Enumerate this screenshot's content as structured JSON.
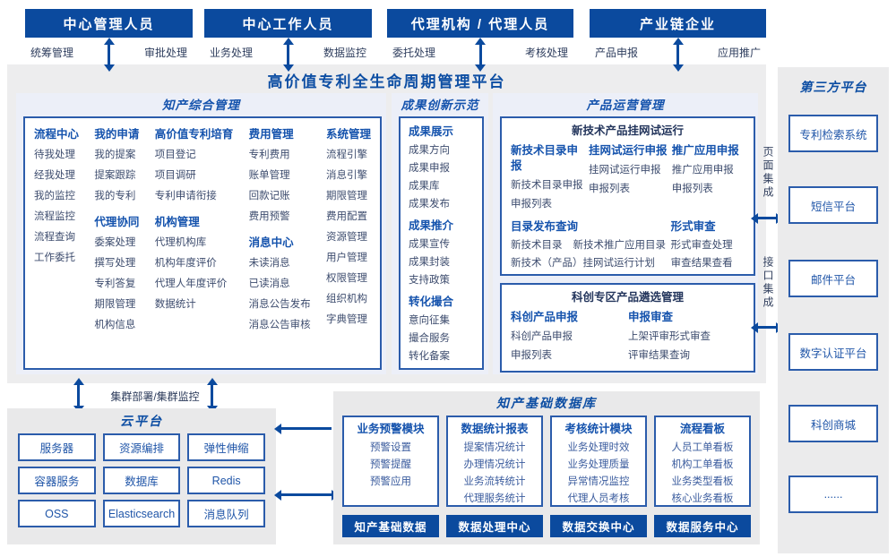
{
  "platform_title": "高价值专利全生命周期管理平台",
  "actors": [
    {
      "name": "中心管理人员",
      "left_role": "统筹管理",
      "right_role": "审批处理"
    },
    {
      "name": "中心工作人员",
      "left_role": "业务处理",
      "right_role": "数据监控"
    },
    {
      "name": "代理机构 / 代理人员",
      "left_role": "委托处理",
      "right_role": "考核处理"
    },
    {
      "name": "产业链企业",
      "left_role": "产品申报",
      "right_role": "应用推广"
    }
  ],
  "ip_management": {
    "title": "知产综合管理",
    "columns": [
      {
        "groups": [
          {
            "heading": "流程中心",
            "items": [
              "待我处理",
              "经我处理",
              "我的监控",
              "流程监控",
              "流程查询",
              "工作委托"
            ]
          }
        ]
      },
      {
        "groups": [
          {
            "heading": "我的申请",
            "items": [
              "我的提案",
              "提案跟踪",
              "我的专利"
            ]
          },
          {
            "heading": "代理协同",
            "items": [
              "委案处理",
              "撰写处理",
              "专利答复",
              "期限管理",
              "机构信息"
            ]
          }
        ]
      },
      {
        "groups": [
          {
            "heading": "高价值专利培育",
            "items": [
              "项目登记",
              "项目调研",
              "专利申请衔接"
            ]
          },
          {
            "heading": "机构管理",
            "items": [
              "代理机构库",
              "机构年度评价",
              "代理人年度评价",
              "数据统计"
            ]
          }
        ]
      },
      {
        "groups": [
          {
            "heading": "费用管理",
            "items": [
              "专利费用",
              "账单管理",
              "回款记账",
              "费用预警"
            ]
          },
          {
            "heading": "消息中心",
            "items": [
              "未读消息",
              "已读消息",
              "消息公告发布",
              "消息公告审核"
            ]
          }
        ]
      },
      {
        "groups": [
          {
            "heading": "系统管理",
            "items": [
              "流程引擎",
              "消息引擎",
              "期限管理",
              "费用配置",
              "资源管理",
              "用户管理",
              "权限管理",
              "组织机构",
              "字典管理"
            ]
          }
        ]
      }
    ]
  },
  "achievement": {
    "title": "成果创新示范",
    "groups": [
      {
        "heading": "成果展示",
        "items": [
          "成果方向",
          "成果申报",
          "成果库",
          "成果发布"
        ]
      },
      {
        "heading": "成果推介",
        "items": [
          "成果宣传",
          "成果封装",
          "支持政策"
        ]
      },
      {
        "heading": "转化撮合",
        "items": [
          "意向征集",
          "撮合服务",
          "转化备案"
        ]
      }
    ]
  },
  "product_ops": {
    "title": "产品运营管理",
    "trial_box": {
      "title": "新技术产品挂网试运行",
      "columns": [
        {
          "heading": "新技术目录申报",
          "items": [
            "新技术目录申报",
            "申报列表"
          ]
        },
        {
          "heading": "挂网试运行申报",
          "items": [
            "挂网试运行申报",
            "申报列表"
          ]
        },
        {
          "heading": "推广应用申报",
          "items": [
            "推广应用申报",
            "申报列表"
          ]
        }
      ],
      "catalog": {
        "heading": "目录发布查询",
        "items": [
          "新技术目录",
          "新技术推广应用目录",
          "新技术（产品）挂网试运行计划"
        ]
      },
      "review": {
        "heading": "形式审查",
        "items": [
          "形式审查处理",
          "审查结果查看"
        ]
      }
    },
    "selection_box": {
      "title": "科创专区产品遴选管理",
      "columns": [
        {
          "heading": "科创产品申报",
          "items": [
            "科创产品申报",
            "申报列表"
          ]
        },
        {
          "heading": "申报审查",
          "items": [
            "上架评审形式审查",
            "评审结果查询"
          ]
        }
      ]
    }
  },
  "integration": {
    "page": "页面集成",
    "api": "接口集成"
  },
  "third_party": {
    "title": "第三方平台",
    "items": [
      "专利检索系统",
      "短信平台",
      "邮件平台",
      "数字认证平台",
      "科创商城",
      "......"
    ]
  },
  "cluster_label": "集群部署/集群监控",
  "cloud": {
    "title": "云平台",
    "cells": [
      "服务器",
      "资源编排",
      "弹性伸缩",
      "容器服务",
      "数据库",
      "Redis",
      "OSS",
      "Elasticsearch",
      "消息队列"
    ]
  },
  "data_base": {
    "title": "知产基础数据库",
    "modules": [
      {
        "heading": "业务预警模块",
        "items": [
          "预警设置",
          "预警提醒",
          "预警应用"
        ]
      },
      {
        "heading": "数据统计报表",
        "items": [
          "提案情况统计",
          "办理情况统计",
          "业务流转统计",
          "代理服务统计"
        ]
      },
      {
        "heading": "考核统计模块",
        "items": [
          "业务处理时效",
          "业务处理质量",
          "异常情况监控",
          "代理人员考核"
        ]
      },
      {
        "heading": "流程看板",
        "items": [
          "人员工单看板",
          "机构工单看板",
          "业务类型看板",
          "核心业务看板"
        ]
      }
    ],
    "bars": [
      "知产基础数据",
      "数据处理中心",
      "数据交换中心",
      "数据服务中心"
    ]
  },
  "colors": {
    "primary": "#0b4a9e",
    "accent": "#1553ad",
    "body_text": "#3d4c6e"
  }
}
